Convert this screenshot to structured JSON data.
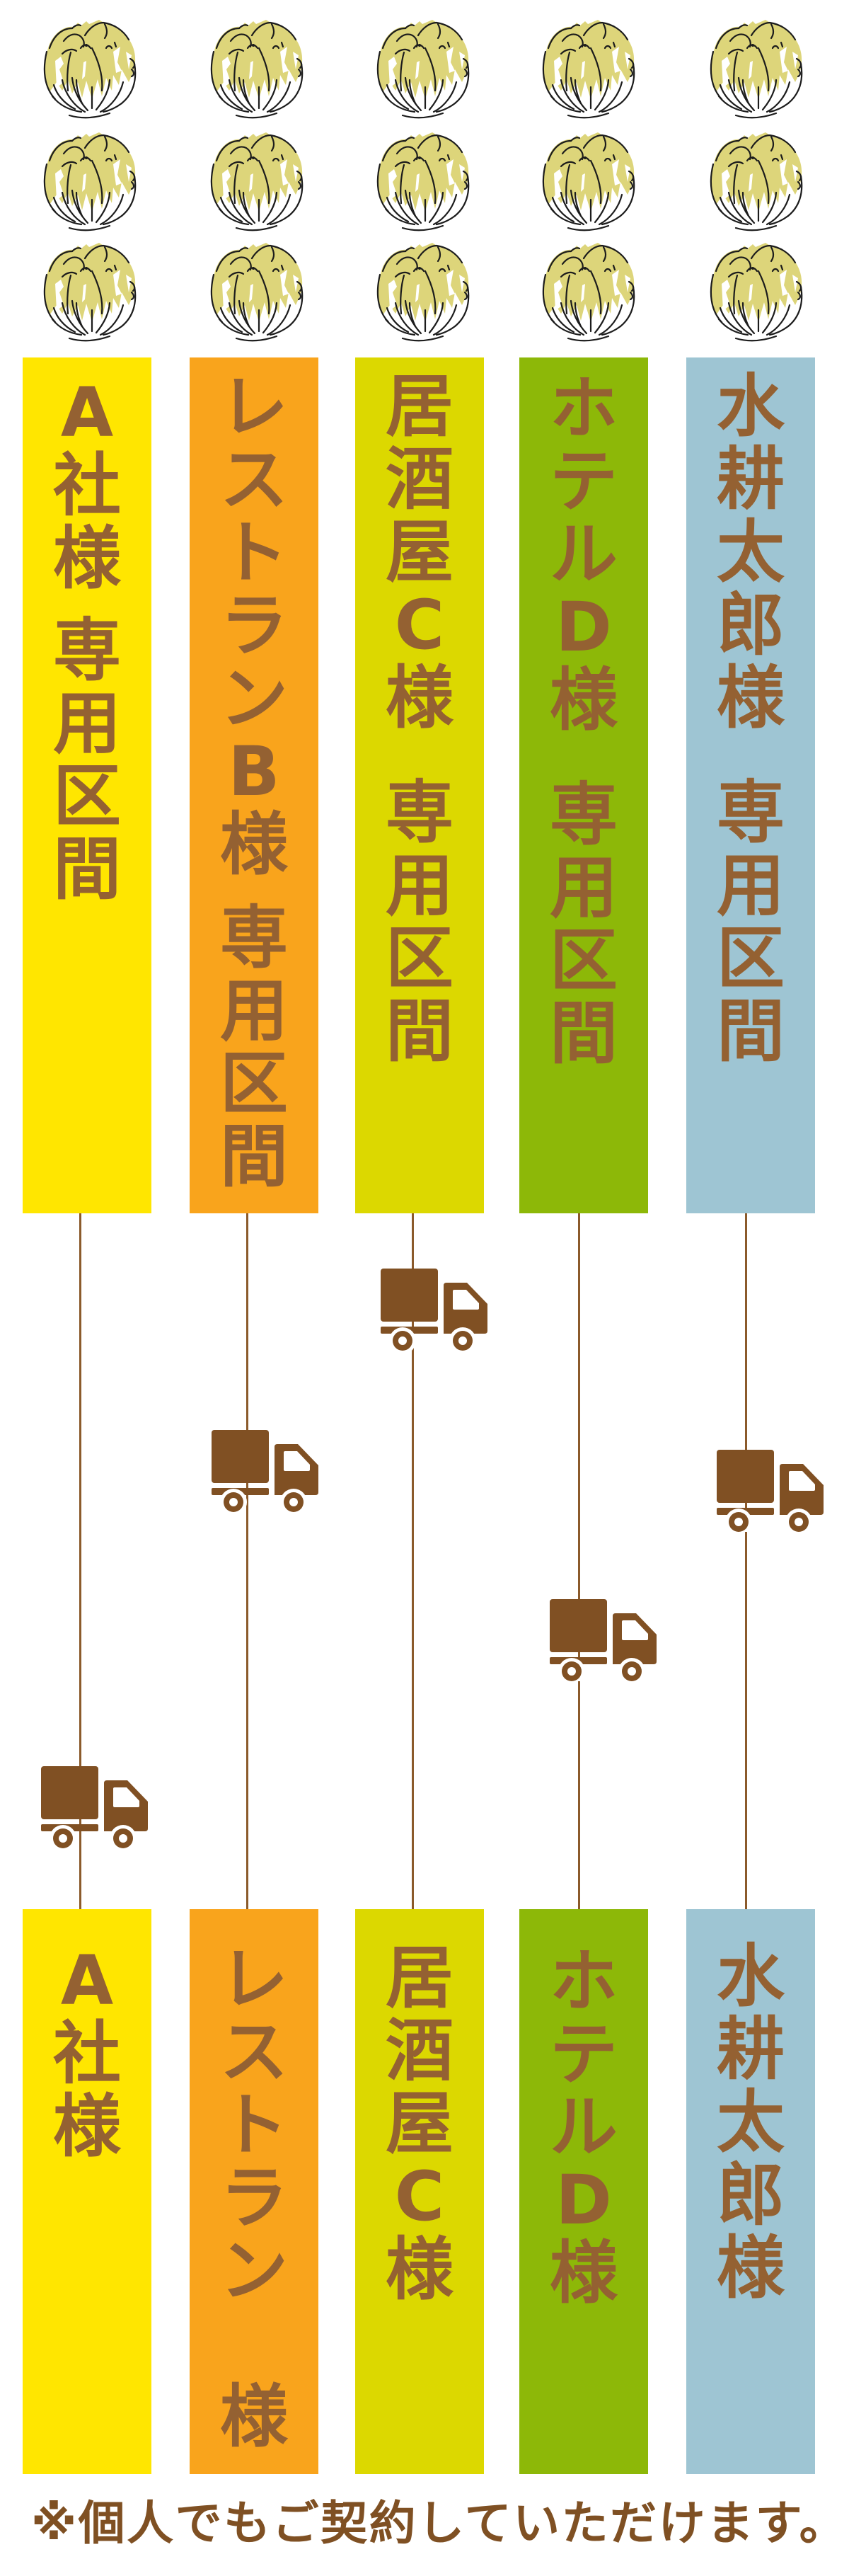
{
  "colors": {
    "background": "#FFFFFF",
    "text": "#946132",
    "truck": "#805023",
    "line": "#8B5A2B",
    "cabbage": "#DDD57A",
    "footer": "#7F5023"
  },
  "cabbages": {
    "icon": "chinese-cabbage-icon",
    "rows": 3,
    "columns": 5,
    "count": 15
  },
  "upper_bars": [
    {
      "name": "A社様",
      "suffix": "専用区間",
      "color": "#FFE600"
    },
    {
      "name": "レストランB様",
      "suffix": "専用区間",
      "color": "#F9A41C"
    },
    {
      "name": "居酒屋C様",
      "suffix": "専用区間",
      "color": "#DCD800"
    },
    {
      "name": "ホテルD様",
      "suffix": "専用区間",
      "color": "#8DB808"
    },
    {
      "name": "水耕太郎様",
      "suffix": "専用区間",
      "color": "#9EC5D3"
    }
  ],
  "routes": [
    {
      "icon": "delivery-truck-icon",
      "connector": "vertical-line"
    },
    {
      "icon": "delivery-truck-icon",
      "connector": "vertical-line"
    },
    {
      "icon": "delivery-truck-icon",
      "connector": "vertical-line"
    },
    {
      "icon": "delivery-truck-icon",
      "connector": "vertical-line"
    },
    {
      "icon": "delivery-truck-icon",
      "connector": "vertical-line"
    }
  ],
  "lower_bars": [
    {
      "name": "A社様",
      "color": "#FFE600"
    },
    {
      "name": "レストラン",
      "suffix": "様",
      "color": "#F9A41C"
    },
    {
      "name": "居酒屋C様",
      "color": "#DCD800"
    },
    {
      "name": "ホテルD様",
      "color": "#8DB808"
    },
    {
      "name": "水耕太郎様",
      "color": "#9EC5D3"
    }
  ],
  "footer": {
    "note": "※個人でもご契約していただけます。"
  }
}
